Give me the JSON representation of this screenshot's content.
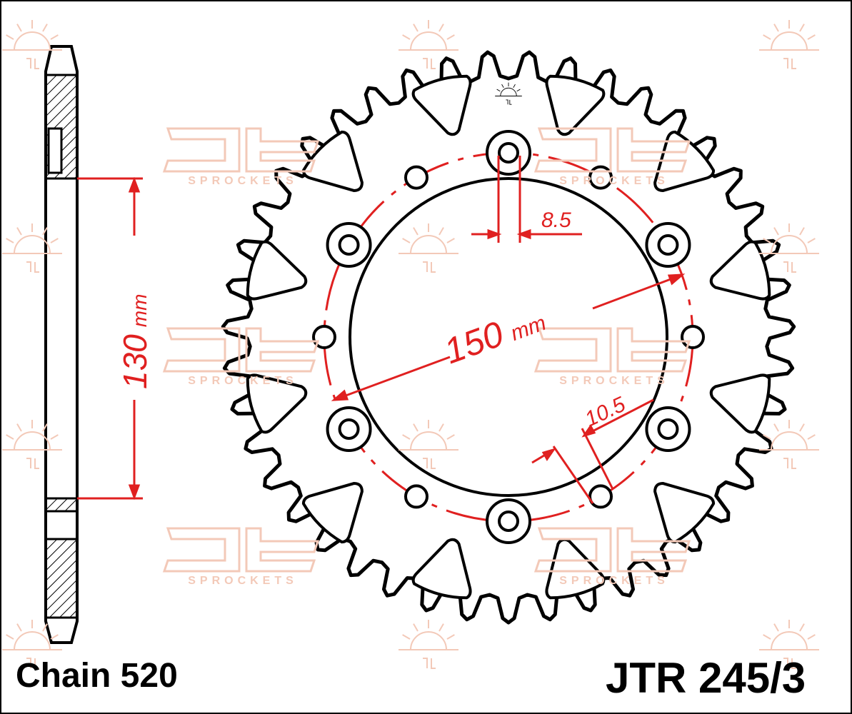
{
  "chain_label": "Chain 520",
  "part_number": "JTR 245/3",
  "dimensions": {
    "bolt_circle": "150",
    "bolt_circle_unit": "mm",
    "center_bore": "130",
    "center_bore_unit": "mm",
    "bolt_hole": "8.5",
    "small_hole": "10.5"
  },
  "watermark": {
    "logo": "JT",
    "text": "SPROCKETS"
  },
  "colors": {
    "outline": "#000000",
    "dimension": "#e02020",
    "watermark": "#f3c9b8"
  }
}
